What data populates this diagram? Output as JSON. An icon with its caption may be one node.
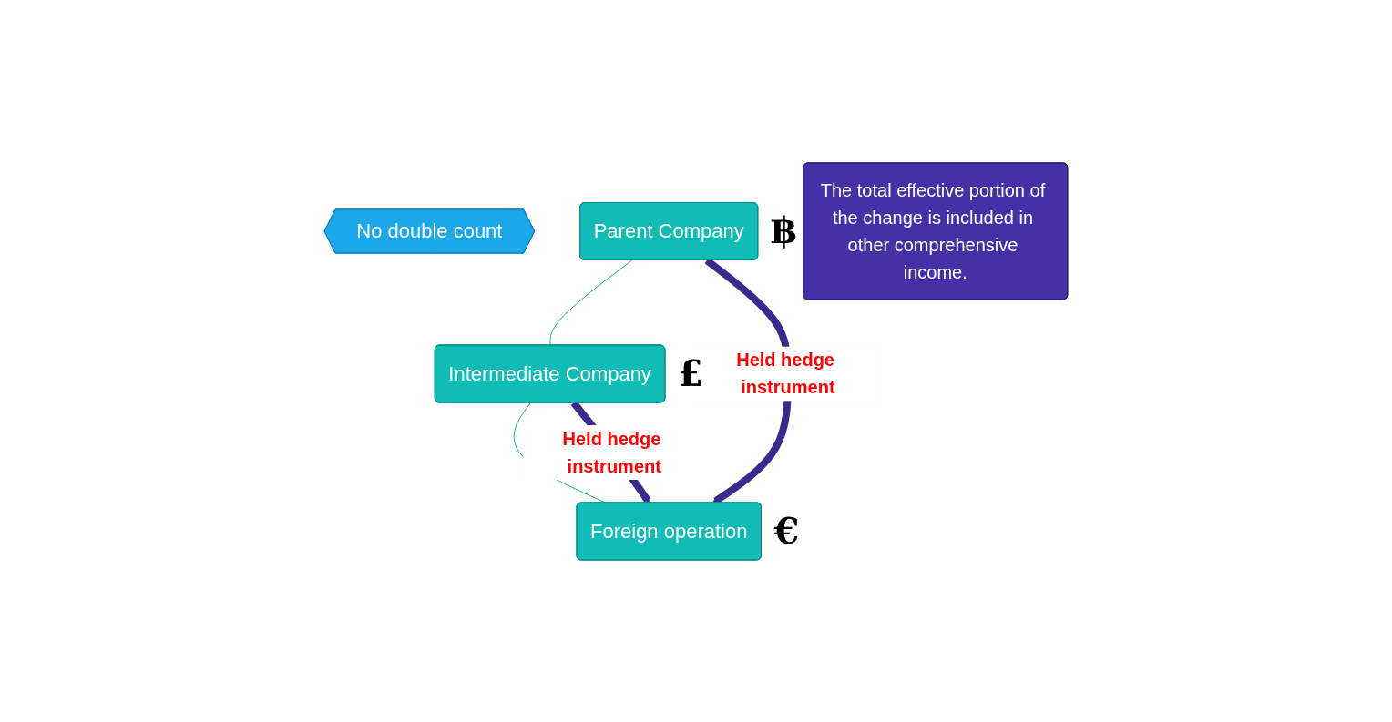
{
  "diagram": {
    "nodes": [
      {
        "text": [
          "No double count"
        ]
      },
      {
        "text": [
          "Parent Company"
        ],
        "beside": [
          "฿"
        ]
      },
      {
        "text": [
          "Intermediate Company"
        ],
        "beside": [
          "£"
        ]
      },
      {
        "text": [
          "Foreign operation"
        ],
        "beside": [
          "€"
        ]
      },
      {
        "text": [
          "The total effective portion of the change is included in other comprehensive income."
        ]
      }
    ],
    "edges": [
      {
        "from": 1,
        "to": 2,
        "arrow": "none",
        "color": "#13aaa6"
      },
      {
        "from": 2,
        "to": 3,
        "arrow": "none",
        "color": "#13aaa6"
      },
      {
        "from": 1,
        "to": 3,
        "arrow": "to",
        "label": "Held hedge instrument",
        "style": "thick",
        "color": "#3a2a8c"
      },
      {
        "from": 2,
        "to": 3,
        "arrow": "to",
        "label": "Held hedge instrument",
        "style": "thick",
        "color": "#3a2a8c"
      }
    ]
  }
}
